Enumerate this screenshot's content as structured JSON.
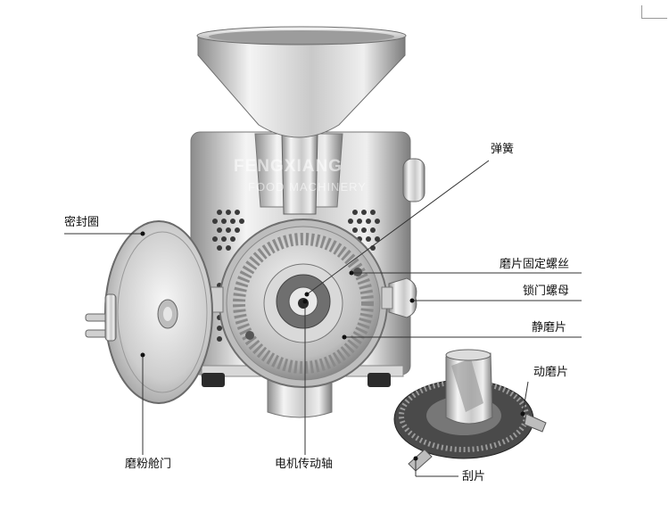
{
  "labels": {
    "seal_ring": "密封圈",
    "spring": "弹簧",
    "disc_fix_screw": "磨片固定螺丝",
    "door_lock_nut": "锁门螺母",
    "static_disc": "静磨片",
    "moving_disc": "动磨片",
    "mill_door": "磨粉舱门",
    "motor_shaft": "电机传动轴",
    "scraper": "刮片"
  },
  "watermark": {
    "line1": "FENGXIANG",
    "line2": "FOOD MACHINERY"
  },
  "colors": {
    "leader": "#333333",
    "steel_light": "#f2f2f2",
    "steel_dark": "#7a7a7a"
  }
}
